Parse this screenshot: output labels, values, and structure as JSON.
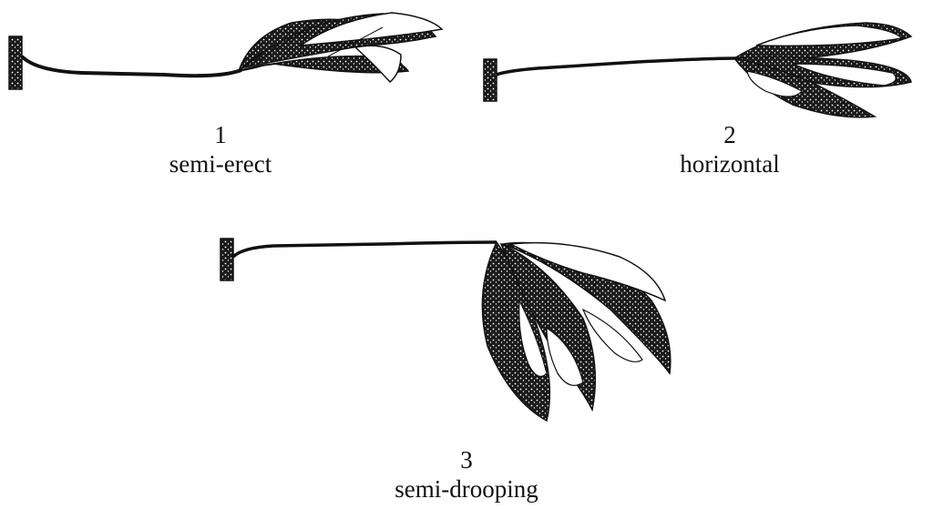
{
  "figures": [
    {
      "number": "1",
      "label": "semi-erect"
    },
    {
      "number": "2",
      "label": "horizontal"
    },
    {
      "number": "3",
      "label": "semi-drooping"
    }
  ],
  "colors": {
    "ink": "#111111",
    "leaf_light": "#ffffff",
    "leaf_fill": "#1a1a1a"
  }
}
